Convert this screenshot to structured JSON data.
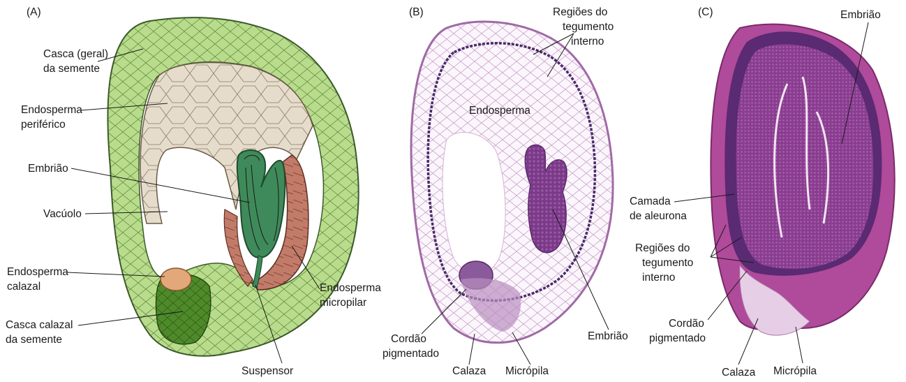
{
  "panelA": {
    "tag": "(A)",
    "labels": {
      "seed_coat": [
        "Casca (geral)",
        "da semente"
      ],
      "peripheral_endosperm": [
        "Endosperma",
        "periférico"
      ],
      "embryo": "Embrião",
      "vacuole": "Vacúolo",
      "chalazal_endosperm": [
        "Endosperma",
        "calazal"
      ],
      "chalazal_seed_coat": [
        "Casca calazal",
        "da semente"
      ],
      "suspensor": "Suspensor",
      "micropylar_endosperm": [
        "Endosperma",
        "micropilar"
      ]
    },
    "colors": {
      "seed_coat": "#b9dc8c",
      "peripheral_endosperm": "#e6dccb",
      "embryo": "#3f8a5a",
      "micropylar_endosperm": "#c27b68",
      "chalazal_endosperm": "#e2a87a",
      "chalazal_seed_coat": "#4f8a2a",
      "outline": "#3b5a2a"
    }
  },
  "panelB": {
    "tag": "(B)",
    "labels": {
      "inner_integument": [
        "Regiões do",
        "tegumento",
        "interno"
      ],
      "endosperm": "Endosperma",
      "embryo": "Embrião",
      "pigment_strand": [
        "Cordão",
        "pigmentado"
      ],
      "chalaza": "Calaza",
      "micropyle": "Micrópila"
    }
  },
  "panelC": {
    "tag": "(C)",
    "labels": {
      "embryo": "Embrião",
      "aleurone": [
        "Camada",
        "de aleurona"
      ],
      "inner_integument": [
        "Regiões do",
        "tegumento",
        "interno"
      ],
      "pigment_strand": [
        "Cordão",
        "pigmentado"
      ],
      "chalaza": "Calaza",
      "micropyle": "Micrópila"
    }
  }
}
